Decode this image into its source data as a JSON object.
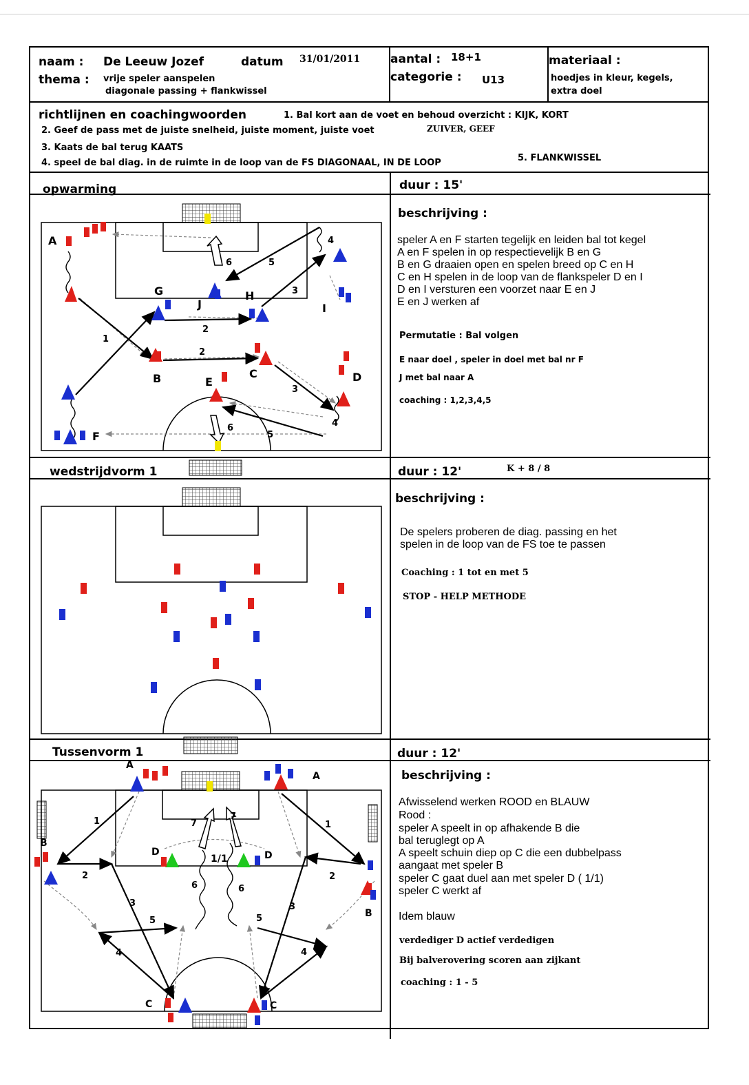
{
  "header": {
    "naam_label": "naam :",
    "naam": "De Leeuw Jozef",
    "datum_label": "datum",
    "datum": "31/01/2011",
    "thema_label": "thema :",
    "thema_1": "vrije speler aanspelen",
    "thema_2": "diagonale passing + flankwissel",
    "aantal_label": "aantal :",
    "aantal": "18+1",
    "categorie_label": "categorie :",
    "categorie": "U13",
    "materiaal_label": "materiaal :",
    "materiaal_1": "hoedjes in kleur, kegels,",
    "materiaal_2": "extra doel"
  },
  "guidelines": {
    "title": "richtlijnen en coachingwoorden",
    "line_1": "1. Bal kort aan de voet en behoud overzicht : KIJK, KORT",
    "line_2": "2. Geef de pass met de juiste snelheid, juiste moment, juiste voet",
    "line_2_words": "ZUIVER,   GEEF",
    "line_3": "3. Kaats de bal terug  KAATS",
    "line_4": "4. speel de bal diag. in de ruimte in de loop van de FS  DIAGONAAL, IN DE LOOP",
    "line_5": "5. FLANKWISSEL"
  },
  "section_1": {
    "title": "opwarming",
    "duur": "duur : 15'",
    "beschrijving_title": "beschrijving :",
    "description": [
      "speler A en F starten tegelijk en leiden bal tot kegel",
      "A en F spelen in op respectievelijk B en G",
      "B en G draaien open en spelen breed op C en H",
      "C en H spelen in de loop van de flankspeler D en I",
      "D en I versturen een voorzet naar E en J",
      "E en J werken af"
    ],
    "permutatie": "Permutatie : Bal volgen",
    "note_1": "E naar doel , speler in doel met bal nr F",
    "note_2": "J met bal naar A",
    "coaching": "coaching : 1,2,3,4,5",
    "diagram_letters": [
      "A",
      "G",
      "J",
      "H",
      "I",
      "B",
      "C",
      "D",
      "E",
      "F"
    ],
    "diagram_numbers": [
      "1",
      "2",
      "2",
      "3",
      "3",
      "4",
      "4",
      "5",
      "5",
      "6",
      "6"
    ]
  },
  "section_2": {
    "title": "wedstrijdvorm 1",
    "duur": "duur : 12'",
    "extra": "K + 8 / 8",
    "beschrijving_title": "beschrijving :",
    "description": [
      "De spelers proberen de diag. passing en het",
      "spelen in de loop van de FS toe te passen"
    ],
    "coaching": "Coaching : 1 tot en met 5",
    "method": "STOP - HELP METHODE"
  },
  "section_3": {
    "title": "Tussenvorm 1",
    "duur": "duur : 12'",
    "beschrijving_title": "beschrijving :",
    "description": [
      "Afwisselend werken ROOD en BLAUW",
      "Rood :",
      "speler A speelt in op afhakende B die",
      "bal teruglegt op A",
      "A speelt schuin diep op C die een dubbelpass",
      "aangaat met speler B",
      "speler C gaat duel aan met speler D ( 1/1)",
      "speler C werkt af",
      "",
      "Idem blauw"
    ],
    "note_1": "verdediger D actief verdedigen",
    "note_2": "Bij balverovering scoren aan zijkant",
    "coaching": "coaching : 1 - 5",
    "diagram_letters": [
      "A",
      "A",
      "B",
      "B",
      "D",
      "D",
      "C",
      "C"
    ],
    "duel": "1/1",
    "diagram_numbers": [
      "1",
      "1",
      "2",
      "2",
      "3",
      "3",
      "4",
      "4",
      "5",
      "5",
      "6",
      "6",
      "7",
      "7"
    ]
  },
  "colors": {
    "red": "#e0201a",
    "blue": "#1a2fd0",
    "yellow": "#f2e600",
    "green": "#1ec81e"
  }
}
